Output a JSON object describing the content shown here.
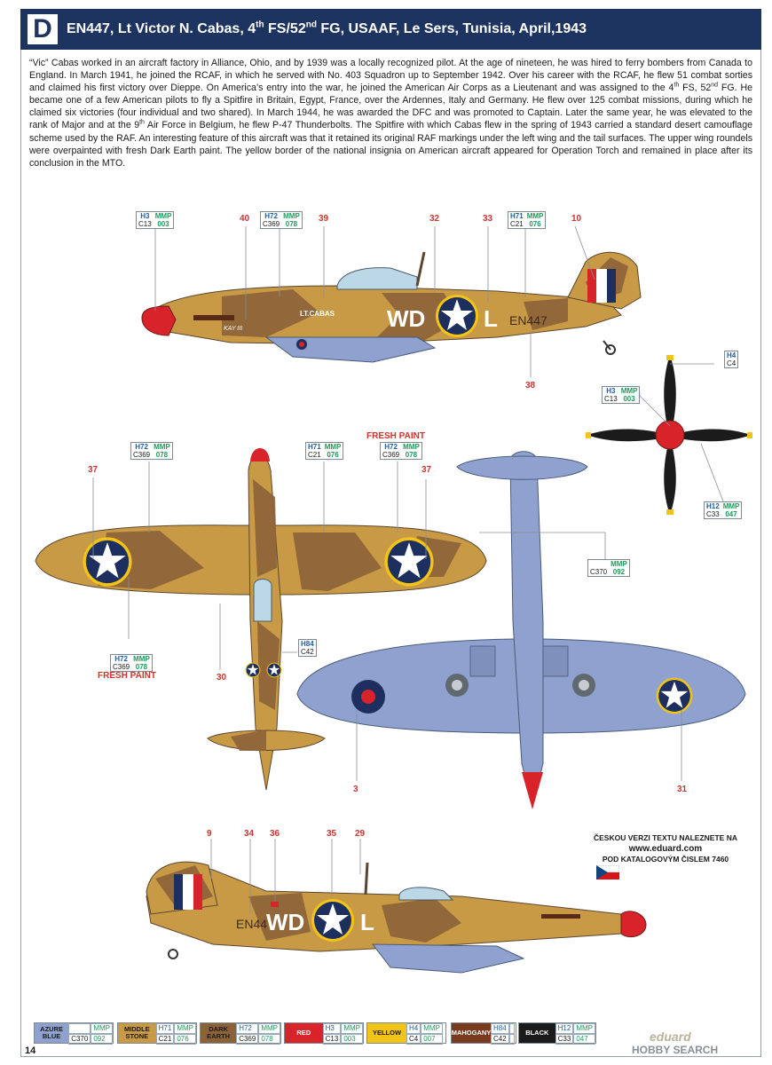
{
  "header": {
    "badge": "D",
    "title_main": "EN447, Lt Victor N. Cabas, 4",
    "title_sup1": "th",
    "title_mid": " FS/52",
    "title_sup2": "nd",
    "title_end": " FG, USAAF, Le Sers, Tunisia, April,1943"
  },
  "description": {
    "p1": "“Vic” Cabas worked in an aircraft factory in Alliance, Ohio, and by 1939 was a locally recognized pilot. At the age of nineteen, he was hired to ferry bombers from Canada to England. In March 1941, he joined the RCAF, in which he served with No. 403 Squadron up to September 1942. Over his career with the RCAF, he flew 51 combat sorties and claimed his first victory over Dieppe. On America’s entry into the war, he joined the American Air Corps as a Lieutenant and was assigned to the 4",
    "sup1": "th",
    "p2": " FS, 52",
    "sup2": "nd",
    "p3": " FG. He became one of a few American pilots to fly a Spitfire in Britain, Egypt, France, over the Ardennes, Italy and Germany. He flew over 125 combat missions, during which he claimed six victories (four individual and two shared). In March 1944, he was awarded the DFC and was promoted to Captain. Later the same year, he was elevated to the rank of Major and at the 9",
    "sup3": "th",
    "p4": " Air Force in Belgium, he flew P-47 Thunderbolts. The Spitfire with which Cabas flew in the spring of 1943 carried a standard desert camouflage scheme used by the RAF. An interesting feature of this aircraft was that it retained its original RAF markings under the left wing and the tail surfaces. The upper wing roundels were overpainted with fresh Dark Earth paint. The yellow border of the national insignia on American aircraft appeared for Operation Torch and remained in place after its conclusion in the MTO."
  },
  "markings": {
    "code_letters": "WD",
    "aircraft_letter": "L",
    "serial": "EN447",
    "serial_partial": "EN44",
    "pilot_name": "LT.CABAS",
    "nose_art": "KAY III"
  },
  "callouts": {
    "c_h3_a": {
      "h": "H3",
      "m": "MMP",
      "c": "C13",
      "n": "003"
    },
    "c_h72_a": {
      "h": "H72",
      "m": "MMP",
      "c": "C369",
      "n": "078"
    },
    "c_h71_a": {
      "h": "H71",
      "m": "MMP",
      "c": "C21",
      "n": "076"
    },
    "c_h4": {
      "h": "H4",
      "c": "C4"
    },
    "c_h3_b": {
      "h": "H3",
      "m": "MMP",
      "c": "C13",
      "n": "003"
    },
    "c_h12": {
      "h": "H12",
      "m": "MMP",
      "c": "C33",
      "n": "047"
    },
    "c_h72_b": {
      "h": "H72",
      "m": "MMP",
      "c": "C369",
      "n": "078"
    },
    "c_h71_b": {
      "h": "H71",
      "m": "MMP",
      "c": "C21",
      "n": "076"
    },
    "c_h72_c": {
      "h": "H72",
      "m": "MMP",
      "c": "C369",
      "n": "078"
    },
    "c_h72_d": {
      "h": "H72",
      "m": "MMP",
      "c": "C369",
      "n": "078"
    },
    "c_h84": {
      "h": "H84",
      "c": "C42"
    },
    "c_c370": {
      "m": "MMP",
      "c": "C370",
      "n": "092"
    }
  },
  "labels": {
    "fresh_paint": "FRESH PAINT",
    "numbers": [
      "40",
      "39",
      "32",
      "33",
      "10",
      "38",
      "37",
      "37",
      "30",
      "3",
      "31",
      "9",
      "34",
      "36",
      "35",
      "29"
    ]
  },
  "czech_note": {
    "line1": "ČESKOU VERZI TEXTU NALEZNETE NA",
    "line2": "www.eduard.com",
    "line3": "POD KATALOGOVÝM ČISLEM 7460"
  },
  "legend": [
    {
      "name": "AZURE BLUE",
      "color": "#8fa2cf",
      "text_color": "#1a1a1a",
      "codes": [
        "",
        "MMP",
        "C370",
        "092"
      ]
    },
    {
      "name": "MIDDLE STONE",
      "color": "#c99a45",
      "text_color": "#1a1a1a",
      "codes": [
        "H71",
        "MMP",
        "C21",
        "076"
      ]
    },
    {
      "name": "DARK EARTH",
      "color": "#8c6238",
      "text_color": "#1a1a1a",
      "codes": [
        "H72",
        "MMP",
        "C369",
        "078"
      ]
    },
    {
      "name": "RED",
      "color": "#d8232a",
      "text_color": "#ffffff",
      "codes": [
        "H3",
        "MMP",
        "C13",
        "003"
      ]
    },
    {
      "name": "YELLOW",
      "color": "#f2c418",
      "text_color": "#1a1a1a",
      "codes": [
        "H4",
        "MMP",
        "C4",
        "007"
      ]
    },
    {
      "name": "MAHOGANY",
      "color": "#7a3a1f",
      "text_color": "#ffffff",
      "codes": [
        "H84",
        "",
        "C42",
        ""
      ]
    },
    {
      "name": "BLACK",
      "color": "#1b1b1b",
      "text_color": "#ffffff",
      "codes": [
        "H12",
        "MMP",
        "C33",
        "047"
      ]
    }
  ],
  "footer": {
    "page": "14",
    "brand": "eduard",
    "watermark": "HOBBY SEARCH"
  }
}
